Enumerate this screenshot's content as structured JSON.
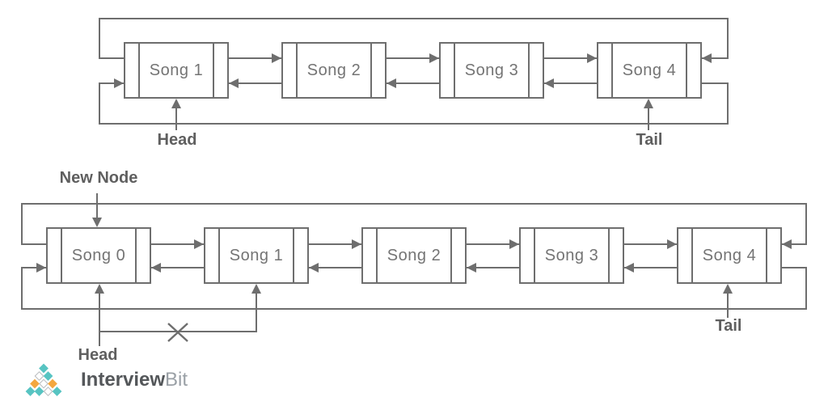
{
  "colors": {
    "stroke": "#6e6e6e",
    "label_text": "#5f5f5f",
    "node_text": "#747474",
    "logo_teal": "#57c4c2",
    "logo_orange": "#f4a73f",
    "logo_white_outline": "#b7babd",
    "logo_text_primary_color": "#54575a",
    "logo_text_secondary_color": "#9aa0a6"
  },
  "diagram_top": {
    "nodes": [
      {
        "label": "Song 1"
      },
      {
        "label": "Song 2"
      },
      {
        "label": "Song 3"
      },
      {
        "label": "Song 4"
      }
    ],
    "head_label": "Head",
    "tail_label": "Tail"
  },
  "diagram_bottom": {
    "nodes": [
      {
        "label": "Song 0"
      },
      {
        "label": "Song 1"
      },
      {
        "label": "Song 2"
      },
      {
        "label": "Song 3"
      },
      {
        "label": "Song 4"
      }
    ],
    "new_node_label": "New Node",
    "head_label": "Head",
    "tail_label": "Tail"
  },
  "logo": {
    "text_primary": "Interview",
    "text_secondary": "Bit",
    "pyramid_rows": [
      [
        "teal"
      ],
      [
        "white",
        "teal"
      ],
      [
        "orange",
        "white",
        "orange"
      ],
      [
        "teal",
        "teal",
        "white",
        "teal"
      ]
    ]
  }
}
